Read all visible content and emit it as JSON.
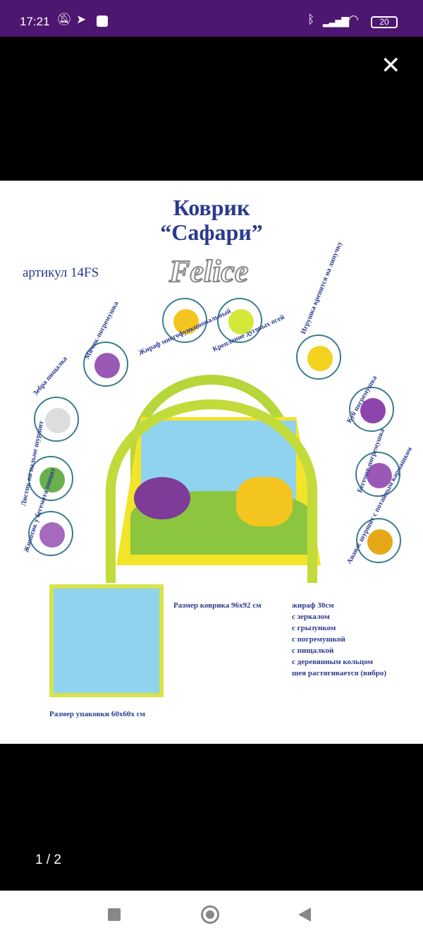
{
  "status_bar": {
    "time": "17:21",
    "battery": "20",
    "icons": [
      "bell-off-icon",
      "telegram-icon",
      "notification-icon",
      "bluetooth-icon",
      "signal-icon",
      "wifi-icon",
      "battery-icon"
    ]
  },
  "viewer": {
    "counter": "1 / 2",
    "close_icon": "close-icon"
  },
  "image": {
    "title_line1": "Коврик",
    "title_line2": "“Сафари”",
    "article": "артикул 14FS",
    "brand": "Felice",
    "callouts": [
      "Мячик-погремушка",
      "Жираф многофункциональный",
      "Крепление дуговых осей",
      "Игрушка крепится на липучку",
      "Зебра пищалка",
      "Куб погремушка",
      "Листик на пальме шуршит",
      "Бегемот-погремушка",
      "Животик у бегемота пищит",
      "Ананас шуршит с потайным кармашком"
    ],
    "mat_size": "Размер коврика 96х92 см",
    "package_size": "Размер упаковки 60х60х см",
    "giraffe_features": [
      "жираф 30см",
      "с зеркалом",
      "с грызунком",
      "с погремушкой",
      "с пищалкой",
      "с деревянным кольцом",
      "шея растягивается (вибро)"
    ]
  },
  "nav_bar": {
    "buttons": [
      "recents-button",
      "home-button",
      "back-button"
    ]
  }
}
